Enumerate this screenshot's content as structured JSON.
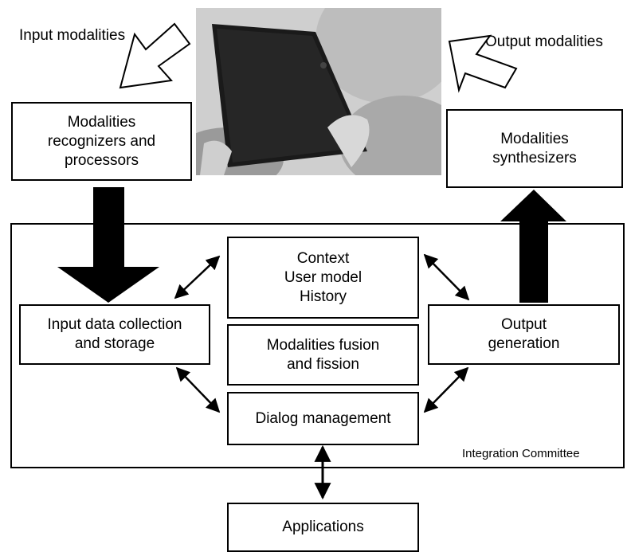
{
  "input_modalities_label": "Input modalities",
  "output_modalities_label": "Output modalities",
  "boxes": {
    "recognizers": "Modalities\nrecognizers and\nprocessors",
    "synthesizers": "Modalities\nsynthesizers",
    "context": "Context\nUser model\nHistory",
    "fusion": "Modalities fusion\nand fission",
    "dialog": "Dialog management",
    "input_data": "Input data collection\nand storage",
    "output_generation": "Output\ngeneration",
    "applications": "Applications"
  },
  "integration_committee_label": "Integration Committee",
  "photo": {
    "subject": "person holding a tablet",
    "tint": "grayscale"
  }
}
